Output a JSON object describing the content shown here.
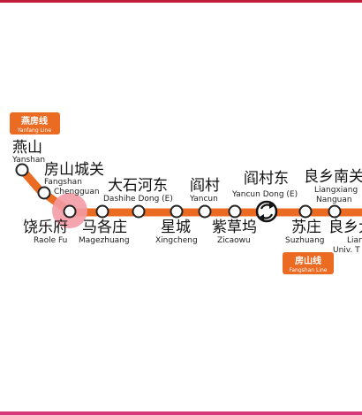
{
  "line_colors": {
    "yanfang": "#EB6B23",
    "fangshan": "#EB6B23",
    "top_edge": "#C21E3C",
    "bottom_edge": "#D4397A",
    "highlight": "#F39BA5"
  },
  "badges": {
    "yanfang": {
      "zh": "燕房线",
      "en": "Yanfang Line"
    },
    "fangshan": {
      "zh": "房山线",
      "en": "Fangshan Line"
    }
  },
  "interchange_icon": "interchange-arrows-icon",
  "stations": {
    "yanshan": {
      "zh": "燕山",
      "en": "Yanshan"
    },
    "fangshan_chengguan": {
      "zh": "房山城关",
      "en1": "Fangshan",
      "en2": "Chengguan"
    },
    "raole_fu": {
      "zh": "饶乐府",
      "en": "Raole Fu"
    },
    "magezhuang": {
      "zh": "马各庄",
      "en": "Magezhuang"
    },
    "dashihe_dong": {
      "zh": "大石河东",
      "en": "Dashihe Dong (E)"
    },
    "xingcheng": {
      "zh": "星城",
      "en": "Xingcheng"
    },
    "yancun": {
      "zh": "阎村",
      "en": "Yancun"
    },
    "zicaowu": {
      "zh": "紫草坞",
      "en": "Zicaowu"
    },
    "yancun_dong": {
      "zh": "阎村东",
      "en": "Yancun Dong (E)"
    },
    "suzhuang": {
      "zh": "苏庄",
      "en": "Suzhuang"
    },
    "liangxiang_nanguan": {
      "zh": "良乡南关",
      "en1": "Liangxiang",
      "en2": "Nanguan"
    },
    "liangxiang_univ": {
      "zh": "良乡大",
      "en1": "Lian",
      "en2": "Univ. T"
    }
  }
}
